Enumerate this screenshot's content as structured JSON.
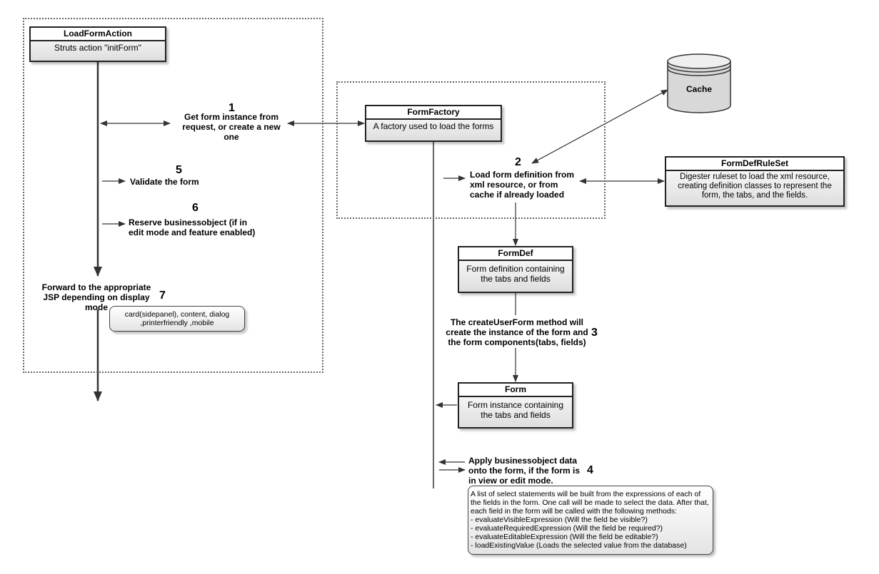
{
  "boxes": {
    "load_form_action": {
      "title": "LoadFormAction",
      "body": "Struts action \"initForm\""
    },
    "form_factory": {
      "title": "FormFactory",
      "body": "A factory used to load the forms"
    },
    "form_def_rule_set": {
      "title": "FormDefRuleSet",
      "body": "Digester ruleset to load the xml resource, creating definition classes to represent the form, the tabs, and the fields."
    },
    "form_def": {
      "title": "FormDef",
      "body": "Form definition containing the tabs and fields"
    },
    "form": {
      "title": "Form",
      "body": "Form instance containing the tabs and fields"
    }
  },
  "cache": {
    "label": "Cache"
  },
  "steps": {
    "s1": {
      "num": "1",
      "text": "Get form instance from request, or create a new one"
    },
    "s2": {
      "num": "2",
      "text": "Load form definition from xml resource, or from cache if already loaded"
    },
    "s3": {
      "num": "3",
      "text": "The createUserForm method will create the instance of the form and the form components(tabs, fields)"
    },
    "s4": {
      "num": "4",
      "text": "Apply businessobject data onto the form, if the form is in view or edit mode."
    },
    "s5": {
      "num": "5",
      "text": "Validate the form"
    },
    "s6": {
      "num": "6",
      "text": "Reserve businessobject (if in edit mode and feature enabled)"
    },
    "s7": {
      "num": "7",
      "text": "Forward to the appropriate JSP depending on display mode"
    }
  },
  "notes": {
    "display_modes": "card(sidepanel), content, dialog ,printerfriendly ,mobile",
    "select_statements": {
      "intro": "A list of select statements will be built from the expressions of each of the fields in the form. One call will be made to select the data. After that, each field in the form will be called with the following methods:",
      "methods": [
        "- evaluateVisibleExpression (Will the field be visible?)",
        "- evaluateRequiredExpression (Will the field be required?)",
        "- evaluateEditableExpression (Will the field be editable?)",
        "- loadExistingValue (Loads the selected value from the database)"
      ]
    }
  },
  "colors": {
    "line": "#333333",
    "frame": "#666666"
  }
}
